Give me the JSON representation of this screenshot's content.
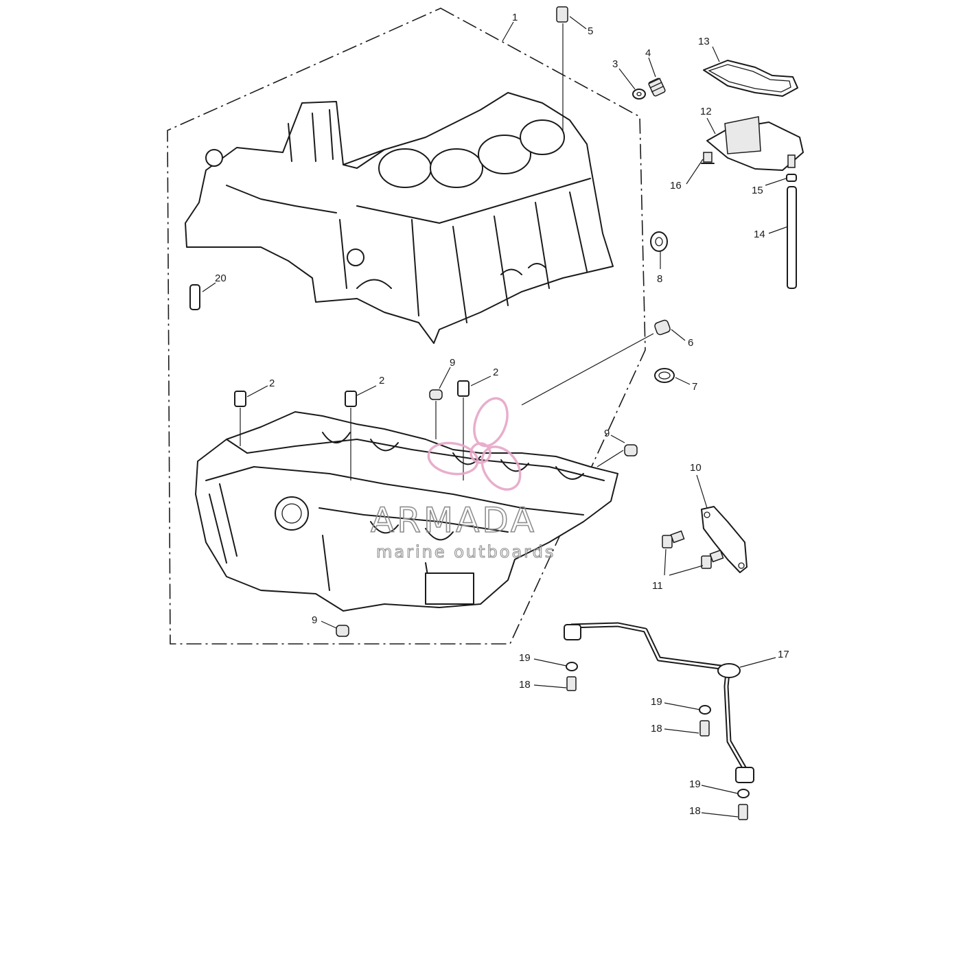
{
  "diagram": {
    "callouts": [
      "1",
      "2",
      "2",
      "2",
      "3",
      "4",
      "5",
      "6",
      "7",
      "8",
      "9",
      "9",
      "9",
      "10",
      "11",
      "12",
      "13",
      "14",
      "15",
      "16",
      "17",
      "18",
      "18",
      "18",
      "19",
      "19",
      "19",
      "20"
    ]
  },
  "watermark": {
    "brand": "ARMADA",
    "tagline": "marine outboards",
    "color": "#e6a6c8"
  }
}
